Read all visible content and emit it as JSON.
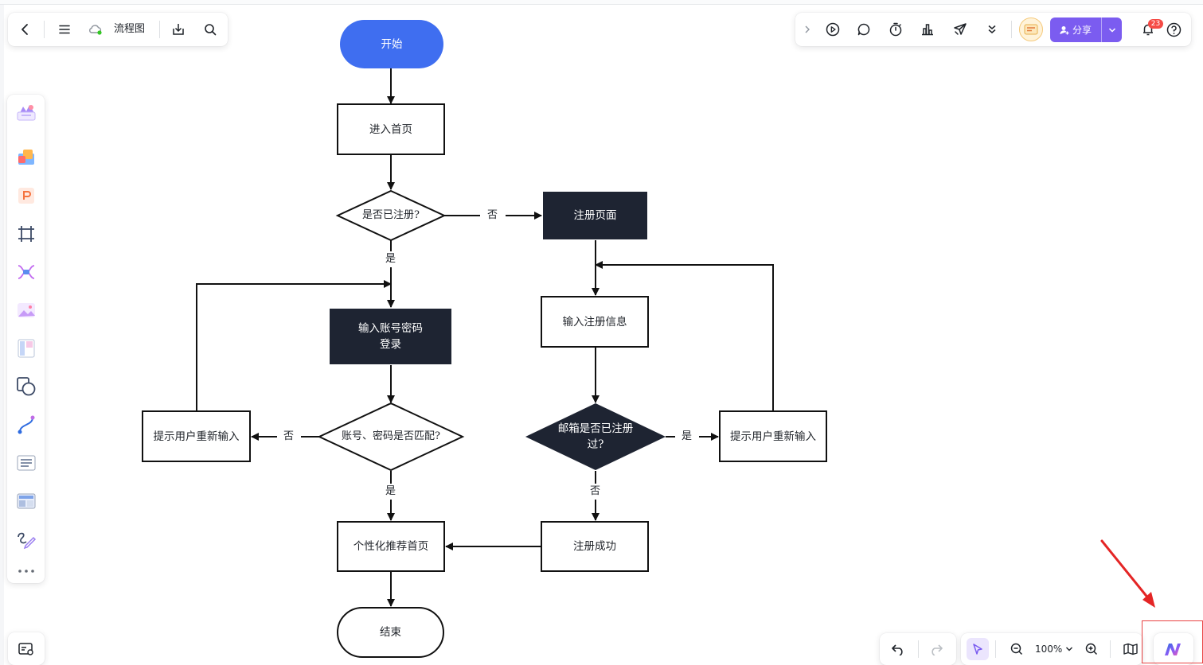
{
  "toolbar_left": {
    "title": "流程图",
    "icons": [
      "back-icon",
      "menu-icon",
      "cloud-sync-icon",
      "download-icon",
      "search-icon"
    ]
  },
  "toolbar_right": {
    "icons": [
      "collapse-chevron-icon",
      "play-icon",
      "comment-icon",
      "timer-icon",
      "vote-icon",
      "laser-pointer-icon",
      "more-chevrons-icon",
      "avatar",
      "notification-bell-icon",
      "help-icon"
    ],
    "share_label": "分享",
    "notification_count": "23"
  },
  "left_tools": [
    "template-icon",
    "sticker-icon",
    "ppt-icon",
    "frame-icon",
    "mindmap-icon",
    "image-icon",
    "table-layout-icon",
    "shape-icon",
    "connector-icon",
    "text-list-icon",
    "layout-icon",
    "pen-icon",
    "more-icon"
  ],
  "bottom_left": {
    "icon": "map-pin-icon"
  },
  "bottom_right": {
    "zoom": "100%",
    "icons": [
      "undo-icon",
      "redo-icon",
      "select-cursor-icon",
      "zoom-out-icon",
      "zoom-in-icon",
      "minimap-icon",
      "ai-assistant-icon"
    ]
  },
  "flowchart": {
    "nodes": {
      "start": "开始",
      "home": "进入首页",
      "registered_q": "是否已注册?",
      "register_page": "注册页面",
      "login": "输入账号密码登录",
      "input_register": "输入注册信息",
      "match_q": "账号、密码是否匹配?",
      "email_q": "邮箱是否已注册过?",
      "retry_left": "提示用户重新输入",
      "retry_right": "提示用户重新输入",
      "recommend": "个性化推荐首页",
      "register_ok": "注册成功",
      "end": "结束"
    },
    "edge_labels": {
      "registered_no": "否",
      "registered_yes": "是",
      "match_no": "否",
      "match_yes": "是",
      "email_yes": "是",
      "email_no": "否"
    },
    "colors": {
      "start_fill": "#3f6ef0",
      "dark_fill": "#1e2432",
      "stroke": "#111111"
    }
  }
}
